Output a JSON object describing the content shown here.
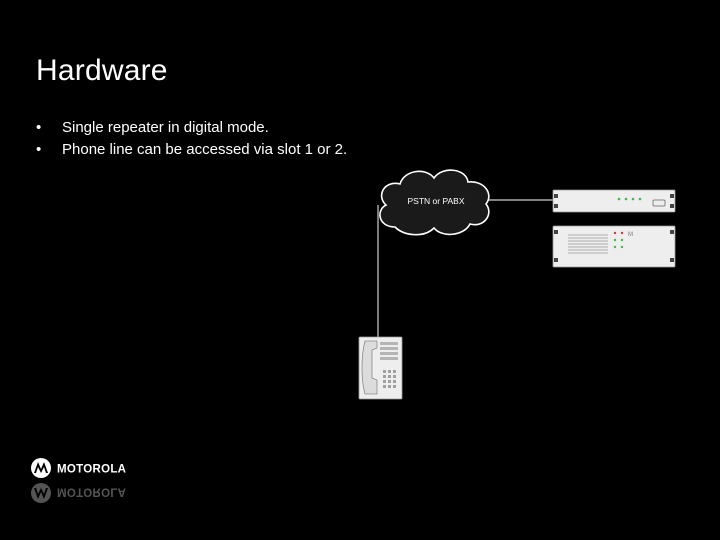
{
  "slide": {
    "title": "Hardware",
    "bullets": [
      {
        "marker": "•",
        "text": "Single repeater in digital mode."
      },
      {
        "marker": "•",
        "text": "Phone line can be accessed via slot 1 or 2."
      }
    ]
  },
  "diagram": {
    "cloud_label": "PSTN or PABX",
    "repeater_label": "M",
    "colors": {
      "cloud_fill": "#1a1a1a",
      "cloud_stroke": "#ffffff",
      "line": "#cfcfcf",
      "device": "#eeeeee",
      "led_green": "#3cbf3c",
      "led_red": "#d23a3a"
    }
  },
  "brand": {
    "name": "MOTOROLA",
    "logo_icon": "motorola-batwing-icon"
  }
}
